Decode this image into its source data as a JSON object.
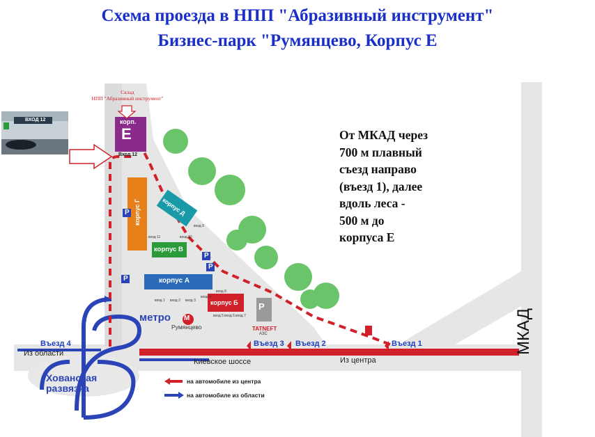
{
  "title": {
    "line1": "Схема проезда в НПП \"Абразивный инструмент\"",
    "line2": "Бизнес-парк \"Румянцево, Корпус Е"
  },
  "route_text": [
    "От МКАД через",
    "700 м плавный",
    "съезд направо",
    "(въезд 1), далее",
    "вдоль леса -",
    "500 м до",
    "корпуса Е"
  ],
  "warehouse": {
    "line1": "Склад",
    "line2": "НПП \"Абразивный инструмент\""
  },
  "photo_sign": "ВХОД 12",
  "buildings": {
    "e": {
      "label": "корп.",
      "letter": "Е",
      "entrance": "Вход 12"
    },
    "g": {
      "label": "корпус Г"
    },
    "d": {
      "label": "корпус Д"
    },
    "v": {
      "label": "корпус В"
    },
    "a": {
      "label": "корпус А"
    },
    "b": {
      "label": "корпус Б"
    }
  },
  "small_entrances": [
    "вход 11",
    "вход 10",
    "вход 9",
    "вход 1",
    "вход 2",
    "вход 3",
    "вход 4",
    "вход 5",
    "вход 6",
    "вход 7",
    "вход 8"
  ],
  "roads": {
    "highway": "Киевское шоссе",
    "to_center": "Из центра",
    "from_region": "Из области",
    "mkad": "МКАД",
    "interchange_line1": "Хованская",
    "interchange_line2": "развязка"
  },
  "entries": {
    "e1": "Въезд 1",
    "e2": "Въезд 2",
    "e3": "Въезд 3",
    "e4": "Въезд 4"
  },
  "metro": {
    "name": "метро",
    "station": "Румянцево",
    "letter": "М"
  },
  "tatneft": {
    "brand": "TATNEFT",
    "sub": "АЗС"
  },
  "parking_letter": "P",
  "legend": [
    {
      "text": "на автомобиле из центра",
      "color": "#d0202a"
    },
    {
      "text": "на автомобиле из области",
      "color": "#2a44b8"
    }
  ],
  "colors": {
    "title": "#1a2fc8",
    "route_red": "#d0202a",
    "route_blue": "#2a44b8",
    "building_e": "#8a2a8a",
    "building_g": "#e8801a",
    "building_d": "#1a9aa8",
    "building_v": "#2a9a3a",
    "building_a": "#2a6ab8",
    "building_b": "#d0202a",
    "tree": "#6ac46a",
    "road": "#e4e4e4"
  }
}
